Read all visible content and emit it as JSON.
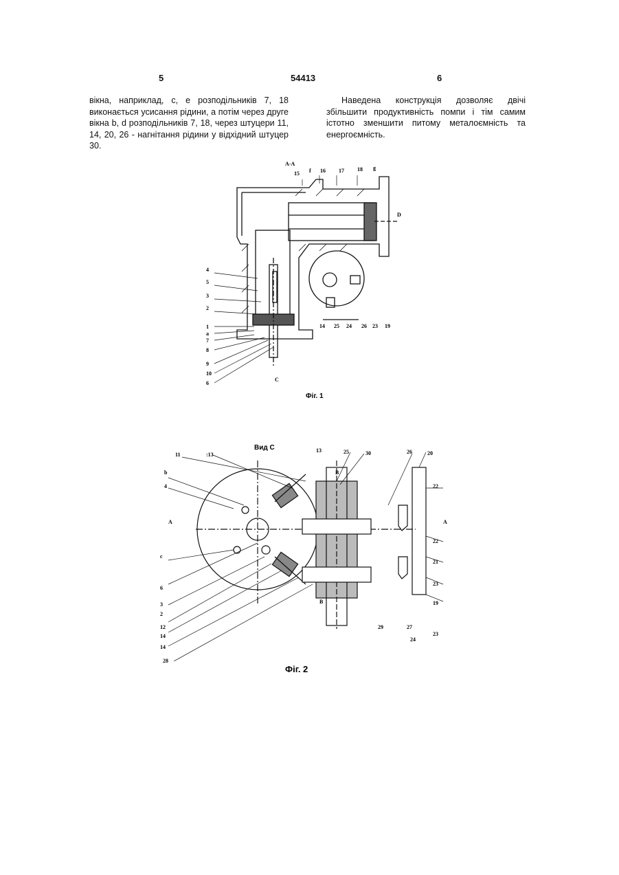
{
  "header": {
    "page_left": "5",
    "patent_number": "54413",
    "page_right": "6"
  },
  "left_column": {
    "text": "вікна, наприклад, с, е розподільників 7, 18 виконається усисання рідини, а потім через друге вікна b, d розподільників 7, 18, через штуцери 11, 14, 20, 26 - нагнітання рідини у відхідний штуцер 30."
  },
  "right_column": {
    "text": "Наведена конструкція дозволяє двічі збільшити продуктивність помпи і тім самим істотно зменшити питому металоємність та енергоємність."
  },
  "fig1": {
    "section_label": "А-А",
    "caption": "Фіг. 1",
    "labels_top": [
      "15",
      "f",
      "16",
      "17",
      "18",
      "g"
    ],
    "label_d": "D",
    "labels_left": [
      "4",
      "5",
      "3",
      "2",
      "1",
      "a",
      "7",
      "8",
      "9",
      "10",
      "6"
    ],
    "labels_bottom": [
      "14",
      "25",
      "24",
      "26",
      "23",
      "19"
    ],
    "label_c": "С"
  },
  "fig2": {
    "view_label": "Вид С",
    "caption": "Фіг. 2",
    "labels_top": [
      "11",
      ":13",
      "13",
      "25",
      "30",
      "26",
      "20"
    ],
    "label_b_left": "b",
    "label_4": "4",
    "label_A_left": "А",
    "label_A_right": "А",
    "label_c": "c",
    "label_B_top": "В",
    "label_B_bottom": "В",
    "labels_left": [
      "6",
      "3",
      "2",
      "12",
      "14",
      "14",
      "28"
    ],
    "labels_right": [
      "22",
      "22",
      "21",
      "23",
      "19"
    ],
    "labels_bottom": [
      "29",
      "27",
      "24",
      "23"
    ]
  }
}
